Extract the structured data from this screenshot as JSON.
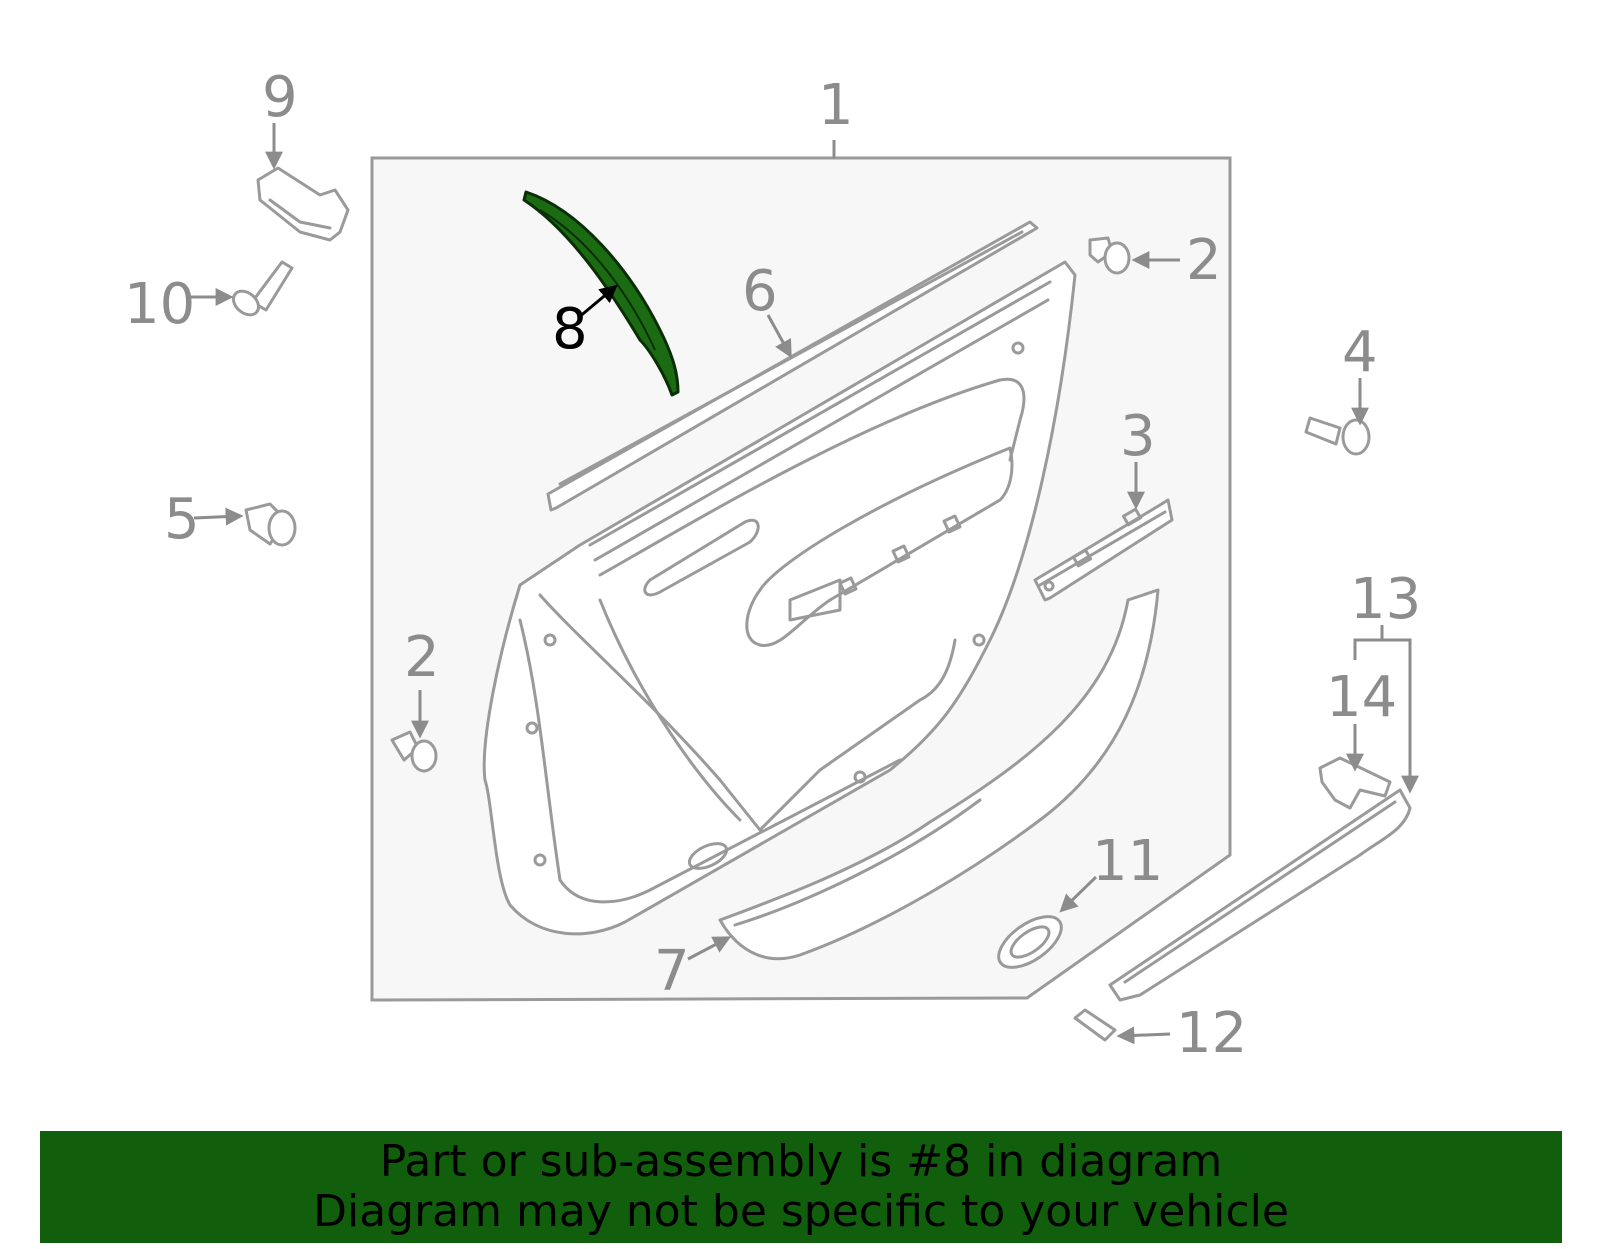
{
  "callouts": {
    "c1": "1",
    "c2a": "2",
    "c2b": "2",
    "c3": "3",
    "c4": "4",
    "c5": "5",
    "c6": "6",
    "c7": "7",
    "c8": "8",
    "c9": "9",
    "c10": "10",
    "c11": "11",
    "c12": "12",
    "c13": "13",
    "c14": "14"
  },
  "highlighted_part": "8",
  "banner": {
    "line1": "Part or sub-assembly is #8 in diagram",
    "line2": "Diagram may not be specific to your vehicle"
  },
  "colors": {
    "highlight": "#1a6b12",
    "banner_bg": "#115e0c",
    "part_stroke": "#9a9a9a",
    "label_text": "#8c8c8c",
    "panel_bg": "#f7f7f7"
  }
}
